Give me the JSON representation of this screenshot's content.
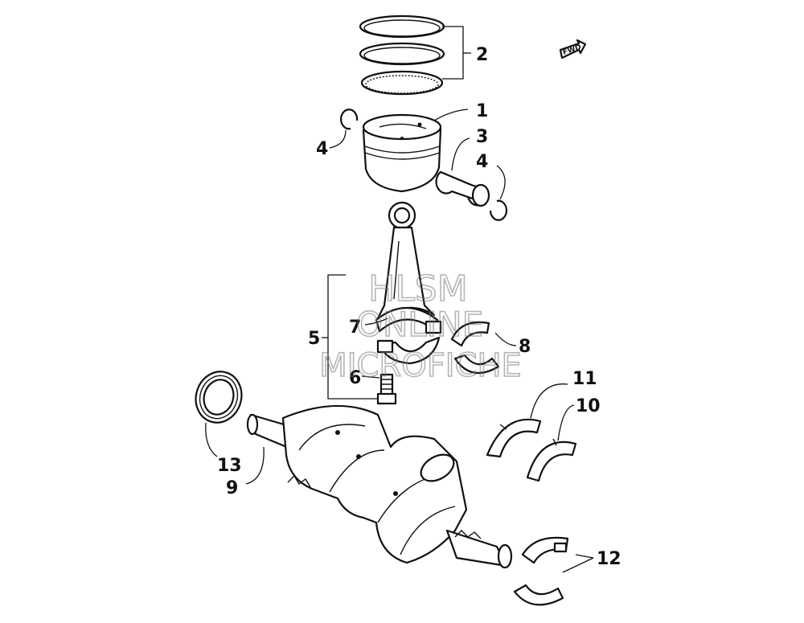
{
  "callouts": {
    "c1": "1",
    "c2": "2",
    "c3": "3",
    "c4a": "4",
    "c4b": "4",
    "c5": "5",
    "c6": "6",
    "c7": "7",
    "c8": "8",
    "c9": "9",
    "c10": "10",
    "c11": "11",
    "c12": "12",
    "c13": "13"
  },
  "fwd_label": "FWD",
  "watermark": {
    "line1": "HLSM",
    "line2": "ONLINE",
    "line3": "MICROFICHE"
  },
  "icons": {
    "direction": "fwd-arrow-icon"
  }
}
